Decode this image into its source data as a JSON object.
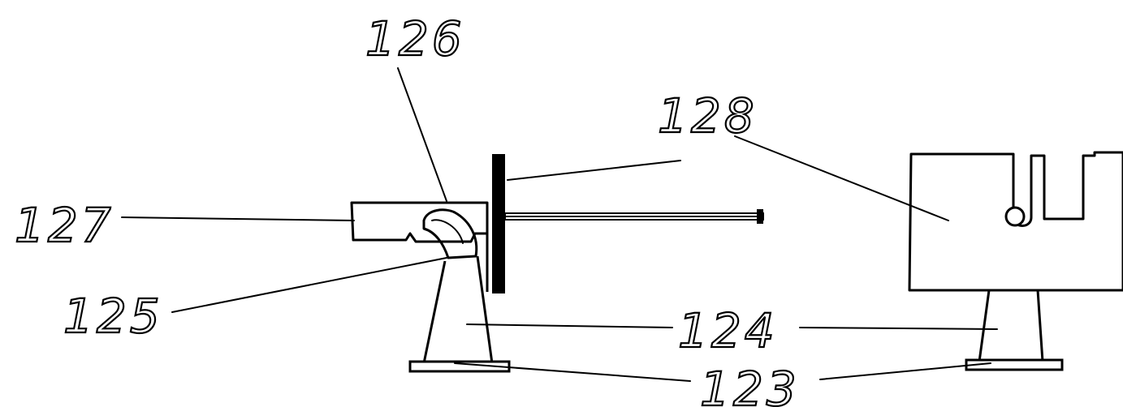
{
  "labels": {
    "ref_126": "126",
    "ref_128": "128",
    "ref_127": "127",
    "ref_125": "125",
    "ref_124": "124",
    "ref_123": "123"
  }
}
